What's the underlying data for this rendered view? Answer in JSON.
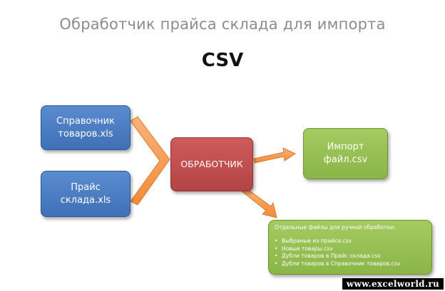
{
  "diagram": {
    "title": "Обработчик прайса склада для импорта",
    "subtitle": "CSV",
    "nodes": {
      "catalog": {
        "lines": [
          "Справочник",
          "товаров.xls"
        ]
      },
      "price": {
        "lines": [
          "Прайс",
          "склада.xls"
        ]
      },
      "processor": {
        "label": "ОБРАБОТЧИК"
      },
      "import": {
        "lines": [
          "Импорт",
          "файл.csv"
        ]
      },
      "files": {
        "heading": "Отдельные файлы для ручной обработки:",
        "items": [
          "Выбраные из прайса.csv",
          "Новые товары.csv",
          "Дубли товаров в Прайс склада.csv",
          "Дубли товаров в Справочник товаров.csv"
        ]
      }
    },
    "colors": {
      "source": "#4f81bd",
      "processor": "#c0504d",
      "output": "#9bbb59",
      "arrow": "#f79646"
    }
  },
  "watermark": "www.excelworld.ru"
}
